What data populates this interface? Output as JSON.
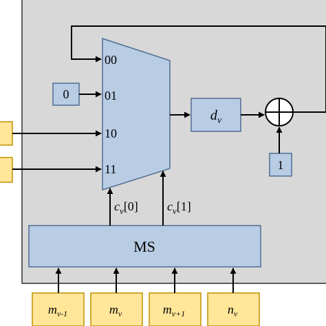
{
  "colors": {
    "background_panel": "#d8d8d8",
    "block_fill": "#b8cce4",
    "block_stroke": "#4f6d91",
    "input_fill": "#ffe699",
    "input_stroke": "#bf9000",
    "wire": "#000000"
  },
  "mux": {
    "inputs": [
      "00",
      "01",
      "10",
      "11"
    ]
  },
  "constants": {
    "zero": "0",
    "one": "1"
  },
  "register": {
    "base": "d",
    "sub": "v"
  },
  "adder": {
    "icon": "plus-circle-icon"
  },
  "select_signals": [
    {
      "base": "c",
      "sub": "v",
      "index": "[0]"
    },
    {
      "base": "c",
      "sub": "v",
      "index": "[1]"
    }
  ],
  "selector": {
    "label": "MS"
  },
  "bottom_inputs": [
    {
      "base": "m",
      "sub": "v-1"
    },
    {
      "base": "m",
      "sub": "v"
    },
    {
      "base": "m",
      "sub": "v+1"
    },
    {
      "base": "n",
      "sub": "v"
    }
  ]
}
